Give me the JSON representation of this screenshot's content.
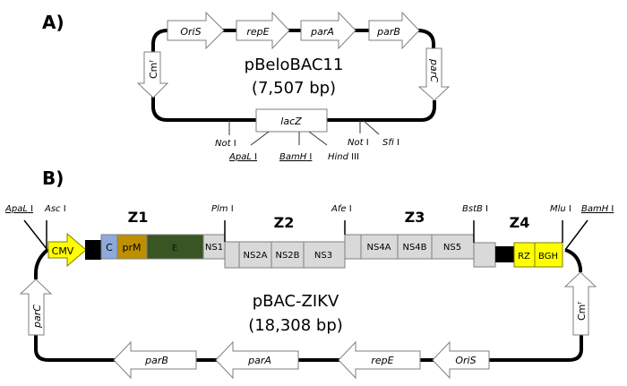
{
  "panelA": {
    "label": "A)",
    "plasmid_name": "pBeloBAC11",
    "plasmid_size": "(7,507 bp)",
    "top_features": [
      "OriS",
      "repE",
      "parA",
      "parB"
    ],
    "left_feature": {
      "name": "Cm",
      "sup": "r"
    },
    "right_feature": "parC",
    "bottom_feature": "lacZ",
    "sites": [
      {
        "enzyme": "Not",
        "suffix": " I",
        "underlined": false
      },
      {
        "enzyme": "ApaL",
        "suffix": " I",
        "underlined": true
      },
      {
        "enzyme": "BamH",
        "suffix": " I",
        "underlined": true
      },
      {
        "enzyme": "Hind",
        "suffix": " III",
        "underlined": false
      },
      {
        "enzyme": "Not",
        "suffix": " I",
        "underlined": false
      },
      {
        "enzyme": "Sfi",
        "suffix": " I",
        "underlined": false
      }
    ]
  },
  "panelB": {
    "label": "B)",
    "plasmid_name": "pBAC-ZIKV",
    "plasmid_size": "(18,308 bp)",
    "fragments": [
      "Z1",
      "Z2",
      "Z3",
      "Z4"
    ],
    "sites": [
      {
        "enzyme": "ApaL",
        "suffix": " I",
        "underlined": true
      },
      {
        "enzyme": "Asc",
        "suffix": " I",
        "underlined": false
      },
      {
        "enzyme": "Plm",
        "suffix": " I",
        "underlined": false
      },
      {
        "enzyme": "Afe",
        "suffix": " I",
        "underlined": false
      },
      {
        "enzyme": "BstB",
        "suffix": " I",
        "underlined": false
      },
      {
        "enzyme": "Mlu",
        "suffix": " I",
        "underlined": false
      },
      {
        "enzyme": "BamH",
        "suffix": " I",
        "underlined": true
      }
    ],
    "genes": {
      "cmv": "CMV",
      "c": "C",
      "prm": "prM",
      "e": "E",
      "ns1": "NS1",
      "ns2a": "NS2A",
      "ns2b": "NS2B",
      "ns3": "NS3",
      "ns4a": "NS4A",
      "ns4b": "NS4B",
      "ns5": "NS5",
      "rz": "RZ",
      "bgh": "BGH"
    },
    "bottom_features": [
      "parB",
      "parA",
      "repE",
      "OriS"
    ],
    "left_feature": "parC",
    "right_feature": {
      "name": "Cm",
      "sup": "r"
    }
  },
  "colors": {
    "cmv": "#ffff00",
    "capsid": "#8eaadb",
    "prm": "#bf8f00",
    "envelope": "#375623",
    "ns_gray": "#d9d9d9",
    "rz_bgh": "#ffff00",
    "backbone": "#000000"
  }
}
